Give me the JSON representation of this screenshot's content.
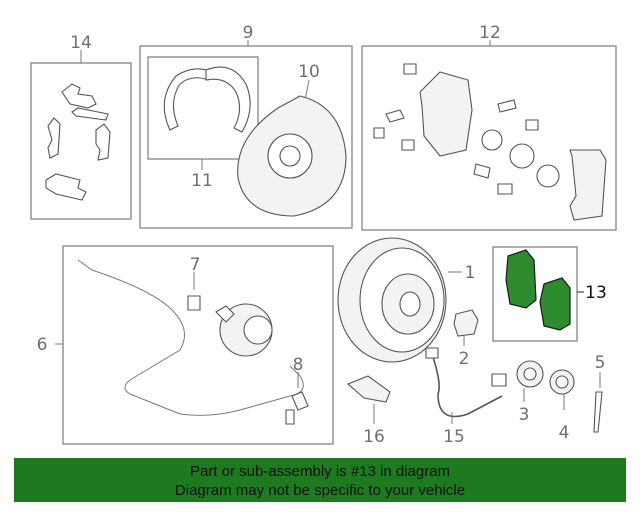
{
  "callouts": {
    "c1": "1",
    "c2": "2",
    "c3": "3",
    "c4": "4",
    "c5": "5",
    "c6": "6",
    "c7": "7",
    "c8": "8",
    "c9": "9",
    "c10": "10",
    "c11": "11",
    "c12": "12",
    "c13": "13",
    "c14": "14",
    "c15": "15",
    "c16": "16"
  },
  "banner": {
    "line1": "Part or sub-assembly is #13 in diagram",
    "line2": "Diagram may not be specific to your vehicle"
  },
  "colors": {
    "banner_bg": "#1e7a1e",
    "highlight_part": "#2e8b2e",
    "line_art": "#555555"
  }
}
